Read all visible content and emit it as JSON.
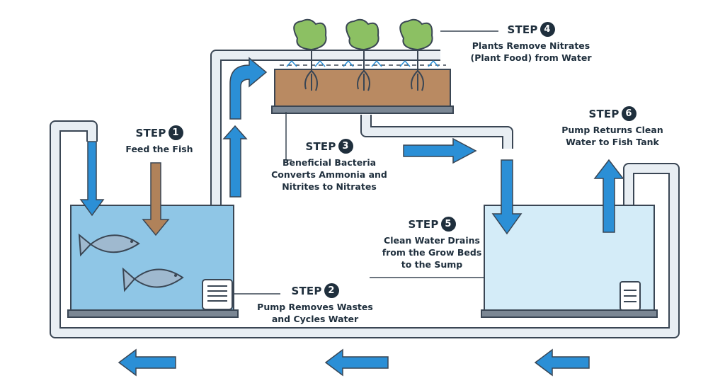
{
  "steps": [
    {
      "word": "STEP",
      "number": "1",
      "lines": [
        "Feed the Fish"
      ]
    },
    {
      "word": "STEP",
      "number": "2",
      "lines": [
        "Pump Removes Wastes",
        "and Cycles Water"
      ]
    },
    {
      "word": "STEP",
      "number": "3",
      "lines": [
        "Beneficial Bacteria",
        "Converts Ammonia and",
        "Nitrites to Nitrates"
      ]
    },
    {
      "word": "STEP",
      "number": "4",
      "lines": [
        "Plants Remove Nitrates",
        "(Plant Food) from Water"
      ]
    },
    {
      "word": "STEP",
      "number": "5",
      "lines": [
        "Clean Water Drains",
        "from the Grow Beds",
        "to the Sump"
      ]
    },
    {
      "word": "STEP",
      "number": "6",
      "lines": [
        "Pump Returns Clean",
        "Water to Fish Tank"
      ]
    }
  ],
  "colors": {
    "water_arrow": "#2b8fd6",
    "food_arrow": "#b0825a",
    "pipe": "#e8eef3",
    "outline": "#3a4654",
    "fish_tank_water": "#8fc6e6",
    "sump_water": "#d4ecf8",
    "grow_bed_soil": "#b98a62",
    "plant": "#8cc063",
    "fish": "#9fb9cf"
  }
}
